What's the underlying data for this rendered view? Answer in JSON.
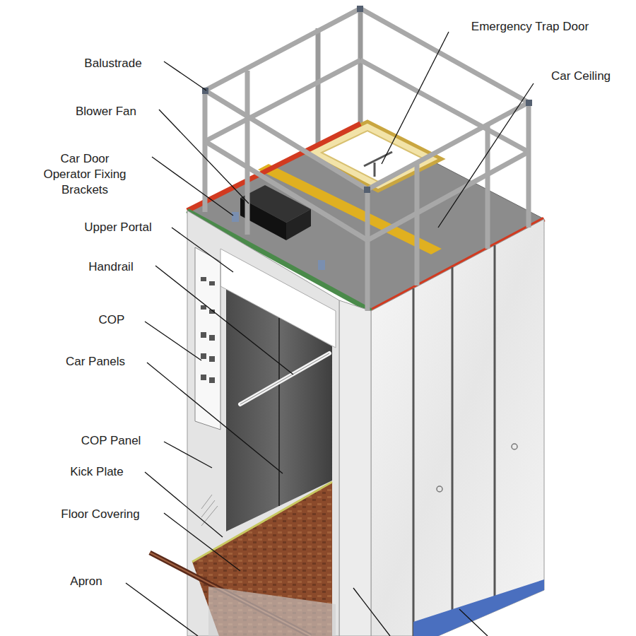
{
  "diagram": {
    "labels": [
      "Balustrade",
      "Blower Fan",
      "Car Door Operator Fixing Brackets",
      "Upper Portal",
      "Handrail",
      "COP",
      "Car Panels",
      "COP Panel",
      "Kick Plate",
      "Floor Covering",
      "Apron",
      "Emergency Trap Door",
      "Car Ceiling"
    ]
  }
}
